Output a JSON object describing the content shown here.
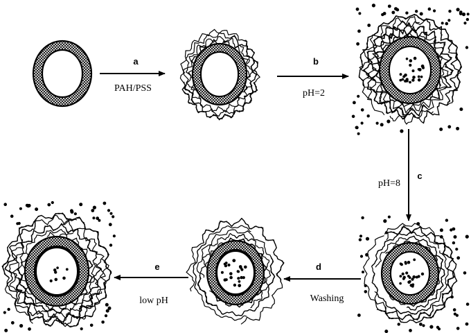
{
  "steps": [
    {
      "id": "a",
      "label": "a",
      "condition": "PAH/PSS"
    },
    {
      "id": "b",
      "label": "b",
      "condition": "pH=2"
    },
    {
      "id": "c",
      "label": "c",
      "condition": "pH=8"
    },
    {
      "id": "d",
      "label": "d",
      "condition": "Washing"
    },
    {
      "id": "e",
      "label": "e",
      "condition": "low pH"
    }
  ],
  "colors": {
    "ink": "#000000",
    "background": "#ffffff"
  }
}
